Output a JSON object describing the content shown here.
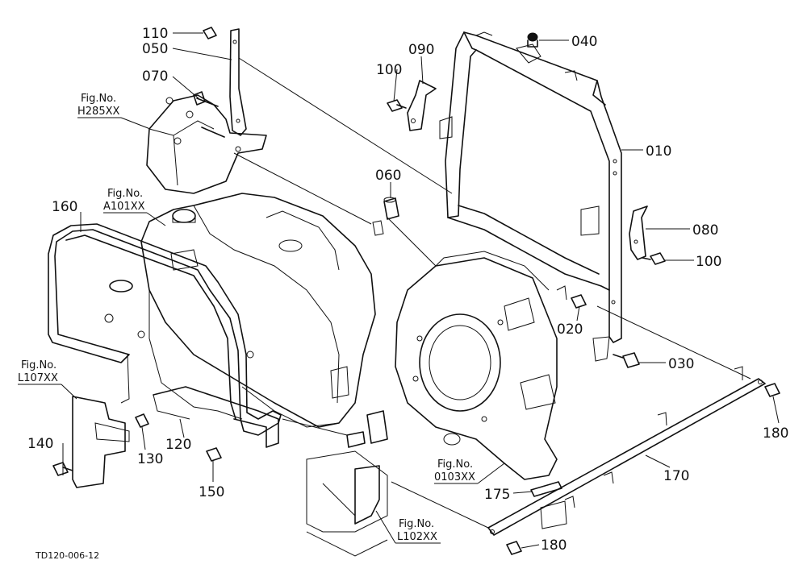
{
  "parts": [
    {
      "id": "p010",
      "label": "010"
    },
    {
      "id": "p020",
      "label": "020"
    },
    {
      "id": "p030",
      "label": "030"
    },
    {
      "id": "p040",
      "label": "040"
    },
    {
      "id": "p050",
      "label": "050"
    },
    {
      "id": "p060",
      "label": "060"
    },
    {
      "id": "p070",
      "label": "070"
    },
    {
      "id": "p080",
      "label": "080"
    },
    {
      "id": "p090",
      "label": "090"
    },
    {
      "id": "p100a",
      "label": "100"
    },
    {
      "id": "p100b",
      "label": "100"
    },
    {
      "id": "p110",
      "label": "110"
    },
    {
      "id": "p120",
      "label": "120"
    },
    {
      "id": "p130",
      "label": "130"
    },
    {
      "id": "p140",
      "label": "140"
    },
    {
      "id": "p150",
      "label": "150"
    },
    {
      "id": "p160",
      "label": "160"
    },
    {
      "id": "p170",
      "label": "170"
    },
    {
      "id": "p175",
      "label": "175"
    },
    {
      "id": "p180a",
      "label": "180"
    },
    {
      "id": "p180b",
      "label": "180"
    }
  ],
  "figure_refs": [
    {
      "id": "h285",
      "prefix": "Fig.No.",
      "code": "H285XX"
    },
    {
      "id": "a101",
      "prefix": "Fig.No.",
      "code": "A101XX"
    },
    {
      "id": "l107",
      "prefix": "Fig.No.",
      "code": "L107XX"
    },
    {
      "id": "o103",
      "prefix": "Fig.No.",
      "code": "0103XX"
    },
    {
      "id": "l102",
      "prefix": "Fig.No.",
      "code": "L102XX"
    }
  ],
  "drawing_code": "TD120-006-12"
}
